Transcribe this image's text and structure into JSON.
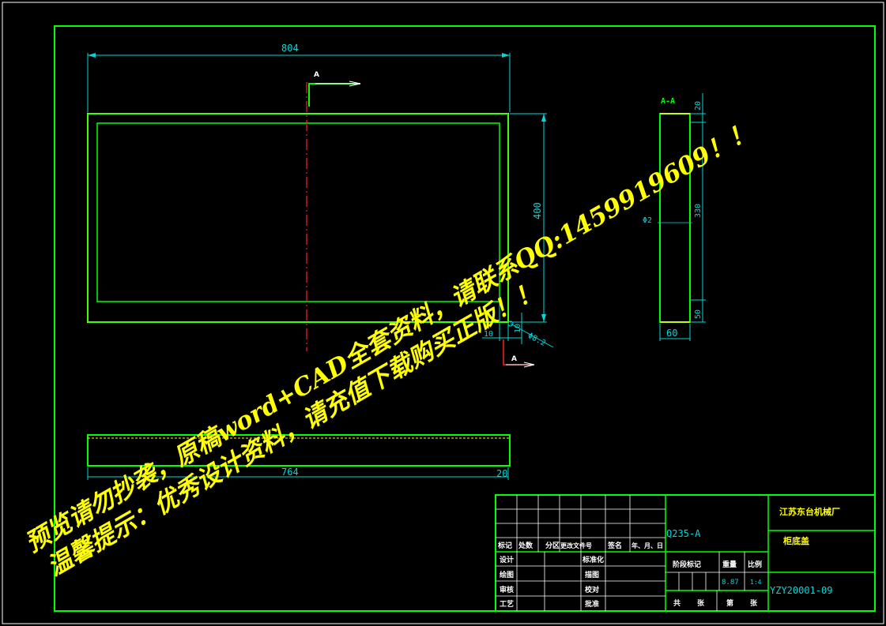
{
  "drawing": {
    "dimensions": {
      "overall_width": "804",
      "overall_height": "400",
      "side_height": "330",
      "side_top": "20",
      "side_bottom": "50",
      "side_width": "60",
      "edge_offset_h": "10",
      "edge_offset_v": "10",
      "hole_diameter": "Φ8.2",
      "side_hole_label": "Φ2",
      "bottom_length": "764",
      "bottom_end": "20"
    },
    "section_marker": "A",
    "section_marker_bottom": "A",
    "section_title": "A-A"
  },
  "title_block": {
    "headers": [
      "标记",
      "处数",
      "分区",
      "更改文件号",
      "签名",
      "年、月、日"
    ],
    "row_labels": [
      "设计",
      "绘图",
      "审核",
      "工艺"
    ],
    "mid_labels": [
      "标准化",
      "描图",
      "校对",
      "批准"
    ],
    "stage_label": "阶段标记",
    "weight_label": "重量",
    "scale_label": "比例",
    "weight_value": "8.87",
    "scale_value": "1:4",
    "material": "Q235-A",
    "company": "江苏东台机械厂",
    "part_name": "柜底盖",
    "drawing_no": "YZY20001-09",
    "footer": [
      "共",
      "张",
      "第",
      "张"
    ]
  },
  "watermark": {
    "line1": "预览请勿抄袭，原稿word+CAD全套资料，请联系QQ:1459919609！！",
    "line2": "温馨提示：优秀设计资料，请充值下载购买正版！！"
  },
  "colors": {
    "background": "#000000",
    "border": "#00ff00",
    "geometry": "#ffff00",
    "dimension": "#00d8d8",
    "centerline": "#ff2020",
    "watermark": "#ffff00"
  }
}
